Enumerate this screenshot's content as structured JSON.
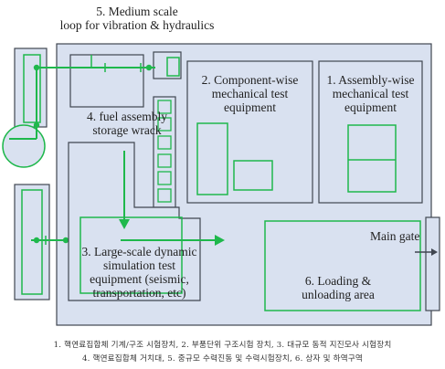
{
  "labels": {
    "loop_line1": "5. Medium scale",
    "loop_line2": "loop for vibration & hydraulics",
    "component_line1": "2. Component-wise",
    "component_line2": "mechanical test",
    "component_line3": "equipment",
    "assembly_line1": "1. Assembly-wise",
    "assembly_line2": "mechanical test",
    "assembly_line3": "equipment",
    "storage_line1": "4. fuel assembly",
    "storage_line2": "storage wrack",
    "dynamic_line1": "3. Large-scale dynamic",
    "dynamic_line2": "simulation test",
    "dynamic_line3": "equipment (seismic,",
    "dynamic_line4": "transportation, etc)",
    "gate": "Main gate",
    "loading_line1": "6. Loading &",
    "loading_line2": "unloading area"
  },
  "caption": {
    "line1": "1. 핵연료집합체 기계/구조 시험장치, 2. 부품단위 구조시험 장치, 3. 대규모 동적 지진모사 시험장치",
    "line2": "4. 핵연료집합체 거치대, 5. 중규모 수력진동 및 수력시험장치, 6. 상자 및 하역구역"
  },
  "colors": {
    "building_fill": "#d9e1f0",
    "outline": "#404650",
    "green": "#1fb84c"
  }
}
